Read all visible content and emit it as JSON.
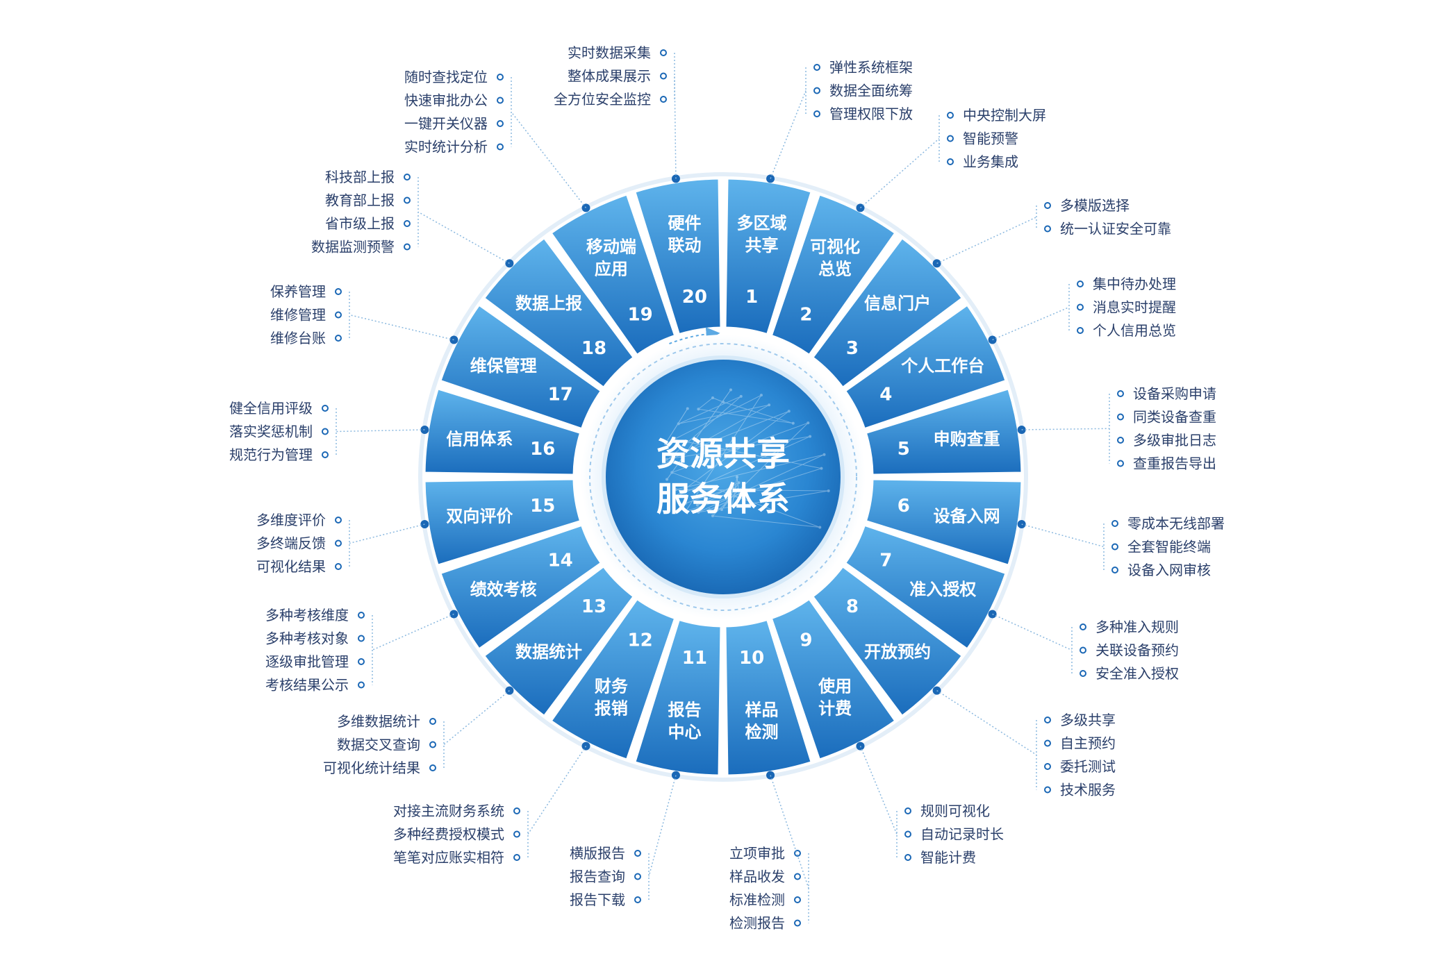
{
  "center": {
    "line1": "资源共享",
    "line2": "服务体系"
  },
  "colors": {
    "accent": "#2f86d3",
    "dark": "#1769b8",
    "light": "#5fb2ea",
    "dot": "#1a67b5",
    "text": "#2a3f6a"
  },
  "segments": [
    {
      "num": "1",
      "label": [
        "多区域",
        "共享"
      ],
      "items": [
        "弹性系统框架",
        "数据全面统筹",
        "管理权限下放"
      ]
    },
    {
      "num": "2",
      "label": [
        "可视化",
        "总览"
      ],
      "items": [
        "中央控制大屏",
        "智能预警",
        "业务集成"
      ]
    },
    {
      "num": "3",
      "label": [
        "信息门户"
      ],
      "items": [
        "多模版选择",
        "统一认证安全可靠"
      ]
    },
    {
      "num": "4",
      "label": [
        "个人工作台"
      ],
      "items": [
        "集中待办处理",
        "消息实时提醒",
        "个人信用总览"
      ]
    },
    {
      "num": "5",
      "label": [
        "申购查重"
      ],
      "items": [
        "设备采购申请",
        "同类设备查重",
        "多级审批日志",
        "查重报告导出"
      ]
    },
    {
      "num": "6",
      "label": [
        "设备入网"
      ],
      "items": [
        "零成本无线部署",
        "全套智能终端",
        "设备入网审核"
      ]
    },
    {
      "num": "7",
      "label": [
        "准入授权"
      ],
      "items": [
        "多种准入规则",
        "关联设备预约",
        "安全准入授权"
      ]
    },
    {
      "num": "8",
      "label": [
        "开放预约"
      ],
      "items": [
        "多级共享",
        "自主预约",
        "委托测试",
        "技术服务"
      ]
    },
    {
      "num": "9",
      "label": [
        "使用",
        "计费"
      ],
      "items": [
        "规则可视化",
        "自动记录时长",
        "智能计费"
      ]
    },
    {
      "num": "10",
      "label": [
        "样品",
        "检测"
      ],
      "items": [
        "立项审批",
        "样品收发",
        "标准检测",
        "检测报告"
      ]
    },
    {
      "num": "11",
      "label": [
        "报告",
        "中心"
      ],
      "items": [
        "横版报告",
        "报告查询",
        "报告下载"
      ]
    },
    {
      "num": "12",
      "label": [
        "财务",
        "报销"
      ],
      "items": [
        "对接主流财务系统",
        "多种经费授权模式",
        "笔笔对应账实相符"
      ]
    },
    {
      "num": "13",
      "label": [
        "数据统计"
      ],
      "items": [
        "多维数据统计",
        "数据交叉查询",
        "可视化统计结果"
      ]
    },
    {
      "num": "14",
      "label": [
        "绩效考核"
      ],
      "items": [
        "多种考核维度",
        "多种考核对象",
        "逐级审批管理",
        "考核结果公示"
      ]
    },
    {
      "num": "15",
      "label": [
        "双向评价"
      ],
      "items": [
        "多维度评价",
        "多终端反馈",
        "可视化结果"
      ]
    },
    {
      "num": "16",
      "label": [
        "信用体系"
      ],
      "items": [
        "健全信用评级",
        "落实奖惩机制",
        "规范行为管理"
      ]
    },
    {
      "num": "17",
      "label": [
        "维保管理"
      ],
      "items": [
        "保养管理",
        "维修管理",
        "维修台账"
      ]
    },
    {
      "num": "18",
      "label": [
        "数据上报"
      ],
      "items": [
        "科技部上报",
        "教育部上报",
        "省市级上报",
        "数据监测预警"
      ]
    },
    {
      "num": "19",
      "label": [
        "移动端",
        "应用"
      ],
      "items": [
        "随时查找定位",
        "快速审批办公",
        "一键开关仪器",
        "实时统计分析"
      ]
    },
    {
      "num": "20",
      "label": [
        "硬件",
        "联动"
      ],
      "items": [
        "实时数据采集",
        "整体成果展示",
        "全方位安全监控"
      ]
    }
  ]
}
